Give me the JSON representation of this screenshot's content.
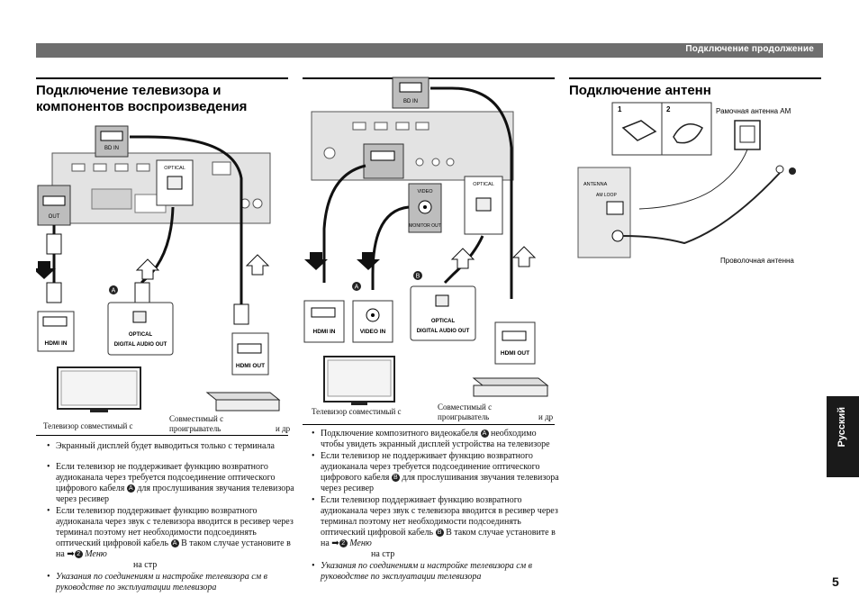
{
  "header": {
    "section": "Подключение  продолжение"
  },
  "left": {
    "title_line1": "Подключение телевизора и",
    "title_line2": "компонентов воспроизведения",
    "labels": {
      "hdmi_in": "HDMI IN",
      "optical": "OPTICAL",
      "digital_audio_out": "DIGITAL AUDIO OUT",
      "hdmi_out": "HDMI OUT",
      "bd_in": "BD IN",
      "out": "OUT",
      "marker_a": "A"
    },
    "tv_caption": "Телевизор  совместимый с",
    "player_caption_1": "Совместимый с",
    "player_caption_2": "проигрыватель",
    "player_caption_3": "и др",
    "bullets": [
      "Экранный дисплей будет выводиться только с терминала",
      "Если телевизор не поддерживает функцию возвратного аудиоканала через              требуется подсоединение оптического цифрового кабеля",
      "для прослушивания звучания телевизора через ресивер",
      "Если телевизор поддерживает функцию возвратного аудиоканала через              звук с телевизора вводится в ресивер через терминал              поэтому нет необходимости подсоединять оптический цифровой кабель",
      "В таком случае установите              в                    на",
      "Меню",
      "на стр",
      "Указания по соединениям и настройке телевизора см  в руководстве по эксплуатации телевизора"
    ]
  },
  "middle": {
    "labels": {
      "hdmi_in": "HDMI IN",
      "video_in": "VIDEO IN",
      "optical": "OPTICAL",
      "digital_audio_out": "DIGITAL AUDIO OUT",
      "hdmi_out": "HDMI OUT",
      "bd_in": "BD IN",
      "video": "VIDEO",
      "monitor_out": "MONITOR OUT",
      "marker_a": "A",
      "marker_b": "B"
    },
    "tv_caption": "Телевизор  совместимый с",
    "player_caption_1": "Совместимый с",
    "player_caption_2": "проигрыватель",
    "player_caption_3": "и др",
    "bullets": [
      "Подключение композитного видеокабеля",
      "необходимо чтобы увидеть экранный дисплей устройства на телевизоре",
      "Если телевизор не поддерживает функцию возвратного аудиоканала через              требуется подсоединение оптического цифрового кабеля",
      "для прослушивания звучания телевизора через ресивер",
      "Если телевизор поддерживает функцию возвратного аудиоканала через              звук с телевизора вводится в ресивер через терминал              поэтому нет необходимости подсоединять оптический цифровой кабель",
      "В таком случае установите              в                    на",
      "Меню",
      "на стр",
      "Указания по соединениям и настройке телевизора см  в руководстве по эксплуатации телевизора"
    ]
  },
  "right": {
    "title": "Подключение антенн",
    "am_label": "Рамочная антенна AM",
    "fm_label": "Проволочная антенна",
    "step1": "1",
    "step2": "2",
    "antenna": "ANTENNA",
    "am_loop": "AM LOOP"
  },
  "side_tab": "Русский",
  "page_number": "5"
}
